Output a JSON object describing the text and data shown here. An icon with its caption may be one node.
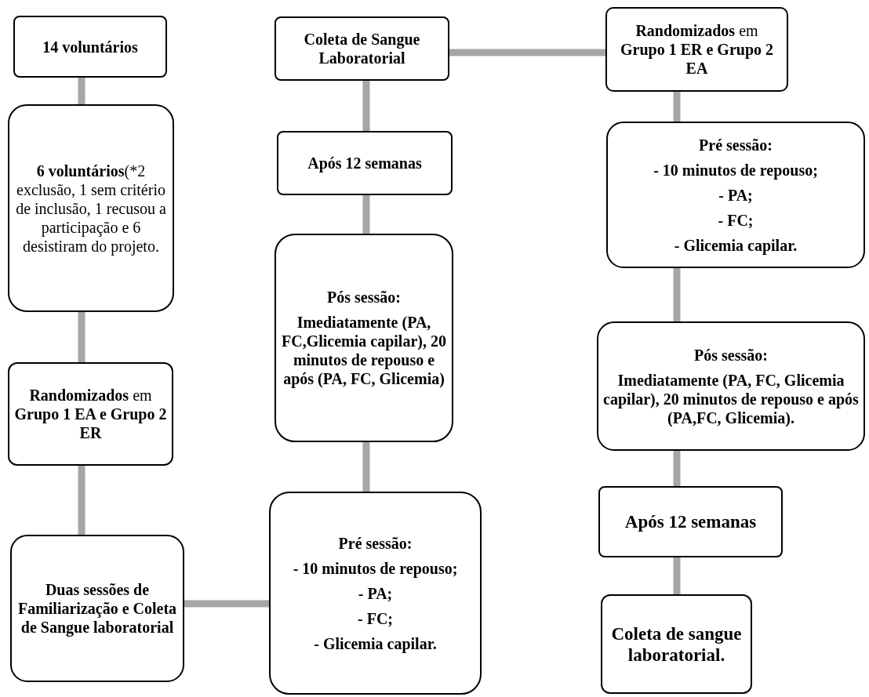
{
  "diagram": {
    "nodes": [
      {
        "text": [
          "14 voluntários"
        ]
      },
      {
        "text": [
          "**6 voluntários**(*2 exclusão, 1 sem critério de inclusão, 1 recusou a participação e 6 desistiram do projeto."
        ]
      },
      {
        "text": [
          "**Randomizados** em **Grupo 1 EA e Grupo 2 ER**"
        ]
      },
      {
        "text": [
          "Duas sessões de Familiarização e Coleta de Sangue laboratorial"
        ]
      },
      {
        "text": [
          "Pré sessão:",
          "- 10 minutos de repouso;",
          "- PA;",
          "- FC;",
          "- Glicemia capilar."
        ]
      },
      {
        "text": [
          "Pós sessão:",
          "Imediatamente (PA, FC,Glicemia capilar), 20 minutos de repouso e após (PA, FC, Glicemia)"
        ]
      },
      {
        "text": [
          "Após 12 semanas"
        ]
      },
      {
        "text": [
          "Coleta de Sangue Laboratorial"
        ]
      },
      {
        "text": [
          "**Randomizados** em **Grupo 1 ER e Grupo 2 EA**"
        ]
      },
      {
        "text": [
          "Pré sessão:",
          "- 10 minutos de repouso;",
          "- PA;",
          "- FC;",
          "- Glicemia capilar."
        ]
      },
      {
        "text": [
          "Pós sessão:",
          "Imediatamente (PA, FC, Glicemia capilar), 20 minutos de repouso e após (PA,FC, Glicemia)."
        ]
      },
      {
        "text": [
          "Após 12 semanas"
        ]
      },
      {
        "text": [
          "Coleta de sangue laboratorial."
        ]
      }
    ],
    "edges": [
      {
        "from": 0,
        "to": 1,
        "arrow": "none"
      },
      {
        "from": 1,
        "to": 2,
        "arrow": "none"
      },
      {
        "from": 2,
        "to": 3,
        "arrow": "none"
      },
      {
        "from": 3,
        "to": 4,
        "arrow": "none"
      },
      {
        "from": 4,
        "to": 5,
        "arrow": "none"
      },
      {
        "from": 5,
        "to": 6,
        "arrow": "none"
      },
      {
        "from": 6,
        "to": 7,
        "arrow": "none"
      },
      {
        "from": 7,
        "to": 8,
        "arrow": "none"
      },
      {
        "from": 8,
        "to": 9,
        "arrow": "none"
      },
      {
        "from": 9,
        "to": 10,
        "arrow": "none"
      },
      {
        "from": 10,
        "to": 11,
        "arrow": "none"
      },
      {
        "from": 11,
        "to": 12,
        "arrow": "none"
      }
    ]
  }
}
